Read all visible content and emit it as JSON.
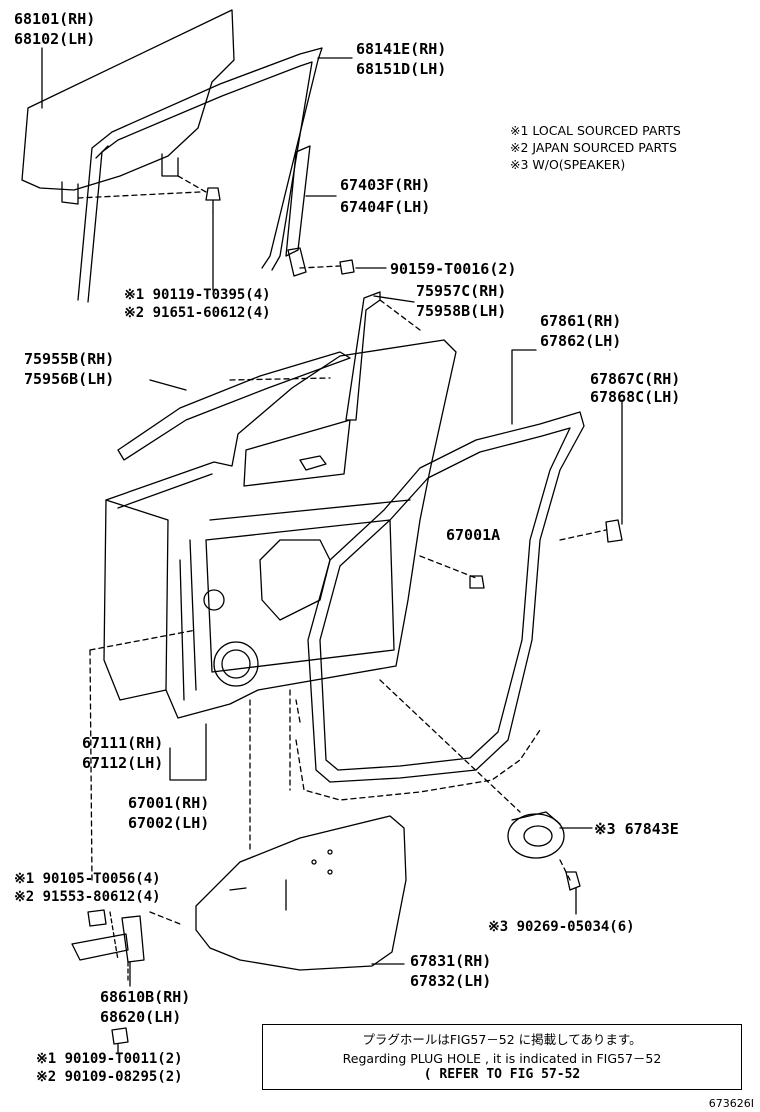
{
  "notes": [
    "※1 LOCAL SOURCED PARTS",
    "※2 JAPAN SOURCED PARTS",
    "※3 W/O(SPEAKER)"
  ],
  "labels": {
    "glass": [
      "68101(RH)",
      "68102(LH)"
    ],
    "run": [
      "68141E(RH)",
      "68151D(LH)"
    ],
    "division_bar": [
      "67403F(RH)",
      "67404F(LH)"
    ],
    "bolt_division": "90159-T0016(2)",
    "glass_bolt": [
      "※1 90119-T0395(4)",
      "※2 91651-60612(4)"
    ],
    "weatherstrip_inner": [
      "75957C(RH)",
      "75958B(LH)"
    ],
    "weatherstrip_outer": [
      "75955B(RH)",
      "75956B(LH)"
    ],
    "door_weatherstrip": [
      "67861(RH)",
      "67862(LH)"
    ],
    "clip": [
      "67867C(RH)",
      "67868C(LH)"
    ],
    "hole_plug": "67001A",
    "panel_ws": [
      "67111(RH)",
      "67112(LH)"
    ],
    "door_panel": [
      "67001(RH)",
      "67002(LH)"
    ],
    "speaker_cover": "※3 67843E",
    "speaker_screw": "※3 90269-05034(6)",
    "hinge_bolt": [
      "※1 90105-T0056(4)",
      "※2 91553-80612(4)"
    ],
    "service_hole": [
      "67831(RH)",
      "67832(LH)"
    ],
    "hinge": [
      "68610B(RH)",
      "68620(LH)"
    ],
    "hinge_bolt2": [
      "※1 90109-T0011(2)",
      "※2 90109-08295(2)"
    ]
  },
  "reference": {
    "line1": "プラグホールはFIG57－52 に掲載してあります。",
    "line2": "Regarding PLUG HOLE , it is indicated in FIG57－52",
    "line3": "( REFER TO FIG 57-52"
  },
  "figure_number": "673626I"
}
